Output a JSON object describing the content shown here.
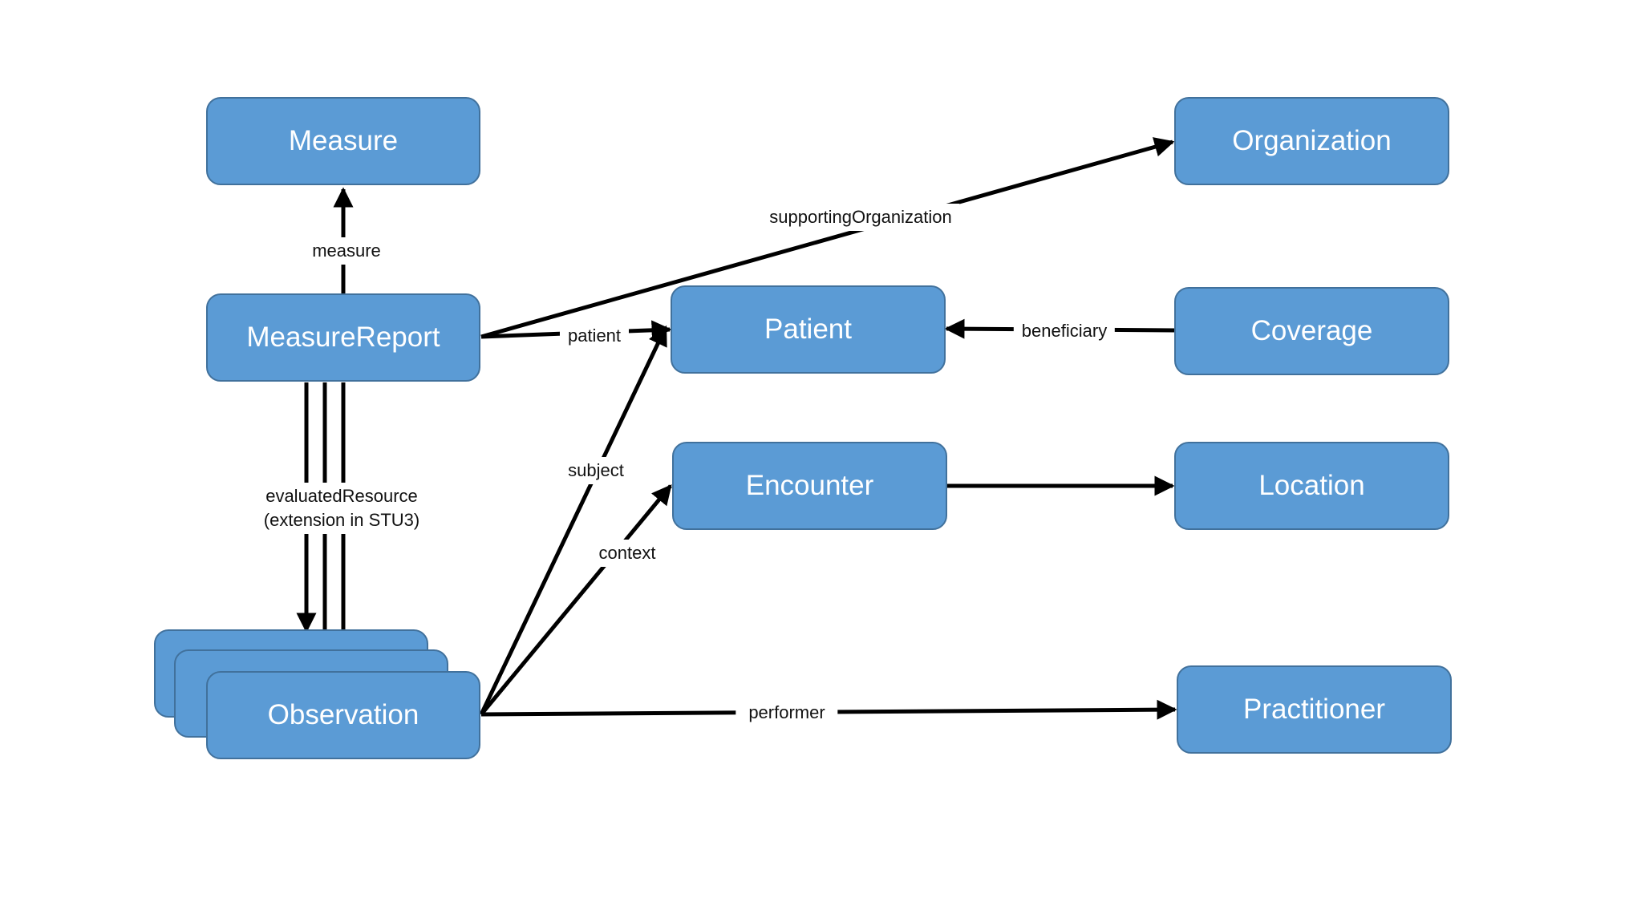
{
  "diagram": {
    "colors": {
      "node_fill": "#5b9bd5",
      "node_border": "#41719c",
      "node_text": "#ffffff",
      "edge": "#000000",
      "background": "#ffffff"
    },
    "nodes": {
      "measure": "Measure",
      "organization": "Organization",
      "measure_report": "MeasureReport",
      "patient": "Patient",
      "coverage": "Coverage",
      "encounter": "Encounter",
      "location": "Location",
      "observation": "Observation",
      "practitioner": "Practitioner"
    },
    "edge_labels": {
      "measure": "measure",
      "supporting_organization": "supportingOrganization",
      "patient": "patient",
      "beneficiary": "beneficiary",
      "subject": "subject",
      "context": "context",
      "evaluated_resource_line1": "evaluatedResource",
      "evaluated_resource_line2": "(extension in STU3)",
      "performer": "performer"
    }
  }
}
